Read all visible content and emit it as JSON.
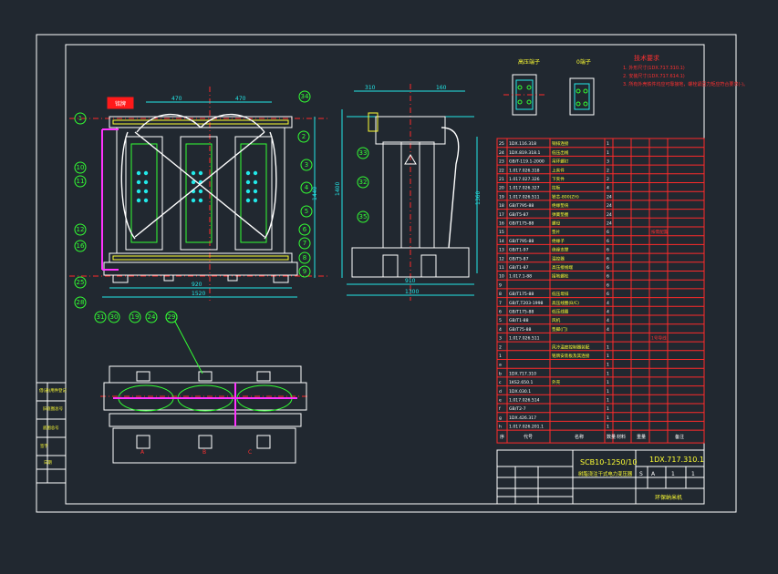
{
  "drawing": {
    "model": "SCB10-1250/10",
    "product_name": "树脂浇注干式电力变压器",
    "drawing_number": "1DX.717.310.1",
    "company": "环保纳米机",
    "label_tag": "铭牌",
    "views": {
      "view_hv_terminal": "高压端子",
      "view_lv_terminal": "0端子"
    },
    "tech_requirements": {
      "title": "技术要求",
      "items": [
        "1. 外形尺寸(1DX.717.310.1)",
        "2. 安装尺寸(1DX.717.614.1)",
        "3. 所有外壳铁件均应可靠接地，螺栓紧固力矩应符合要求(-)。"
      ]
    },
    "dimensions": [
      "470",
      "470",
      "1440",
      "1400",
      "920",
      "1520",
      "310",
      "160",
      "1300",
      "910",
      "1360"
    ],
    "balloons_main": [
      "1",
      "34",
      "2",
      "3",
      "4",
      "5",
      "6",
      "7",
      "8",
      "9",
      "10",
      "11",
      "12",
      "16",
      "25",
      "28",
      "31",
      "30",
      "19",
      "24",
      "29"
    ],
    "balloons_side": [
      "33",
      "32",
      "35"
    ]
  },
  "bom": {
    "rows": [
      {
        "no": "25",
        "code": "1DX.116.318",
        "name": "铜排连接",
        "qty": "1",
        "note": ""
      },
      {
        "no": "24",
        "code": "1DX.819.318.1",
        "name": "低压出线",
        "qty": "1",
        "note": ""
      },
      {
        "no": "23",
        "code": "GB/T-119.1-2000",
        "name": "吊环螺钉",
        "qty": "3",
        "note": ""
      },
      {
        "no": "22",
        "code": "1.017.026.318",
        "name": "上夹件",
        "qty": "2",
        "note": ""
      },
      {
        "no": "21",
        "code": "1.017.027.326",
        "name": "下夹件",
        "qty": "2",
        "note": ""
      },
      {
        "no": "20",
        "code": "1.017.026.327",
        "name": "拉板",
        "qty": "4",
        "note": ""
      },
      {
        "no": "19",
        "code": "1.017.026.511",
        "name": "铁芯-800(ZH)",
        "qty": "24",
        "note": ""
      },
      {
        "no": "18",
        "code": "GB/T795-88",
        "name": "绝缘垫块",
        "qty": "24",
        "note": ""
      },
      {
        "no": "17",
        "code": "GB/T5-87",
        "name": "弹簧垫圈",
        "qty": "24",
        "note": ""
      },
      {
        "no": "16",
        "code": "GB/T175-88",
        "name": "螺母",
        "qty": "24",
        "note": ""
      },
      {
        "no": "15",
        "code": "",
        "name": "垫片",
        "qty": "6",
        "note": "按需配置"
      },
      {
        "no": "14",
        "code": "GB/T795-88",
        "name": "绝缘子",
        "qty": "6",
        "note": ""
      },
      {
        "no": "13",
        "code": "GB/T1-97",
        "name": "绝缘支撑",
        "qty": "6",
        "note": ""
      },
      {
        "no": "12",
        "code": "GB/T5-87",
        "name": "温控器",
        "qty": "6",
        "note": ""
      },
      {
        "no": "11",
        "code": "GB/T1-87",
        "name": "高压接线端",
        "qty": "6",
        "note": ""
      },
      {
        "no": "10",
        "code": "1.017.1-88",
        "name": "接地螺栓",
        "qty": "6",
        "note": ""
      },
      {
        "no": "9",
        "code": "",
        "name": "",
        "qty": "6",
        "note": ""
      },
      {
        "no": "8",
        "code": "GB/T175-88",
        "name": "低压母排",
        "qty": "6",
        "note": ""
      },
      {
        "no": "7",
        "code": "GB/T,T203-1998",
        "name": "高压线圈(B/C)",
        "qty": "4",
        "note": ""
      },
      {
        "no": "6",
        "code": "GB/T175-88",
        "name": "低压线圈",
        "qty": "4",
        "note": ""
      },
      {
        "no": "5",
        "code": "GB/T1-88",
        "name": "风机",
        "qty": "4",
        "note": ""
      },
      {
        "no": "4",
        "code": "GB/T75-88",
        "name": "垫脚(门)",
        "qty": "4",
        "note": ""
      },
      {
        "no": "3",
        "code": "1.017.026.511",
        "name": "",
        "qty": "",
        "note": "1号导线"
      },
      {
        "no": "2",
        "code": "",
        "name": "风冷温度控制器装配",
        "qty": "1",
        "note": ""
      },
      {
        "no": "1",
        "code": "",
        "name": "铭牌安装板及其连接",
        "qty": "1",
        "note": ""
      },
      {
        "no": "a",
        "code": "",
        "name": "",
        "qty": "1",
        "note": ""
      },
      {
        "no": "b",
        "code": "1DX.717.310",
        "name": "",
        "qty": "1",
        "note": ""
      },
      {
        "no": "c",
        "code": "1KS2.650.1",
        "name": "外壳",
        "qty": "1",
        "note": ""
      },
      {
        "no": "d",
        "code": "1DX.030.1",
        "name": "",
        "qty": "1",
        "note": ""
      },
      {
        "no": "e",
        "code": "1.017.026.514",
        "name": "",
        "qty": "1",
        "note": ""
      },
      {
        "no": "f",
        "code": "GB/T2-7",
        "name": "",
        "qty": "1",
        "note": ""
      },
      {
        "no": "g",
        "code": "1DX.426.317",
        "name": "",
        "qty": "1",
        "note": ""
      },
      {
        "no": "h",
        "code": "1.017.026.201.1",
        "name": "",
        "qty": "1",
        "note": ""
      }
    ],
    "footer": {
      "seq": "序",
      "code": "代号",
      "name": "名称",
      "qty": "数量",
      "mat": "材料",
      "weight": "重量",
      "note": "备注"
    }
  },
  "sidebar_labels": [
    "借(通)用件登记",
    "旧底图总号",
    "底图总号",
    "签字",
    "日期"
  ],
  "title_block": {
    "stage_a": "S",
    "stage_b": "A",
    "scale": "1",
    "sheet": "1"
  }
}
